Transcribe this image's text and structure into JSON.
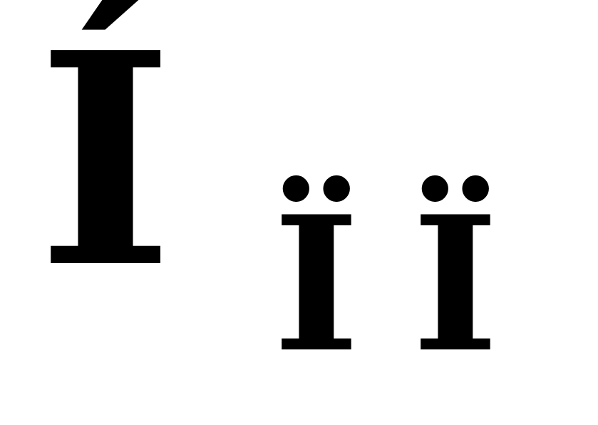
{
  "glyphs": {
    "large": "Í",
    "small_1": "Ï",
    "small_2": "Ï"
  },
  "colors": {
    "background": "#ffffff",
    "text": "#000000"
  }
}
